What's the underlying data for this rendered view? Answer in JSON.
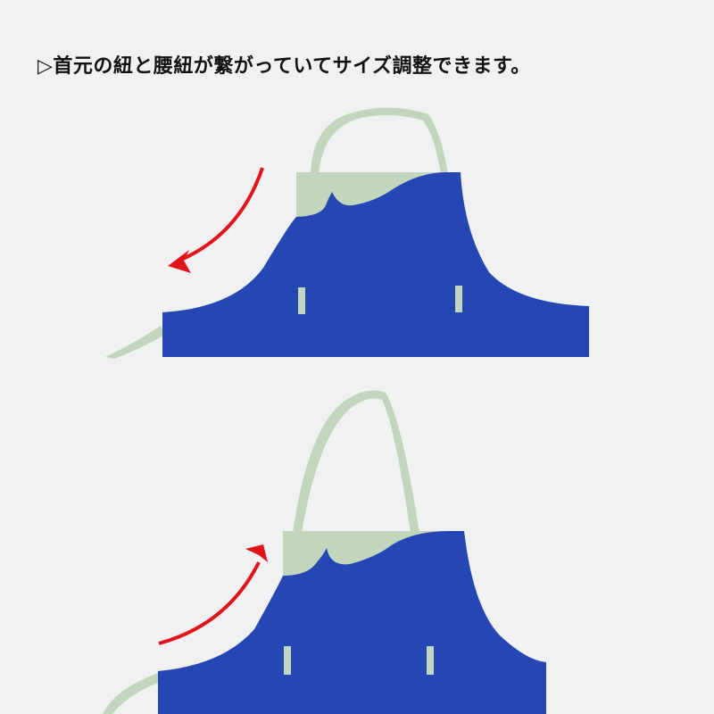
{
  "caption": {
    "marker": "▷",
    "text": "首元の紐と腰紐が繋がっていてサイズ調整できます。"
  },
  "colors": {
    "background": "#f1f1f3",
    "apron_blue": "#2547b4",
    "strap_green": "#c2d6bd",
    "arrow_red": "#e1141b",
    "text": "#111111"
  },
  "panels": [
    {
      "id": "top",
      "arrow_direction": "down-left",
      "neck_loop": "short"
    },
    {
      "id": "bottom",
      "arrow_direction": "up-right",
      "neck_loop": "long"
    }
  ]
}
